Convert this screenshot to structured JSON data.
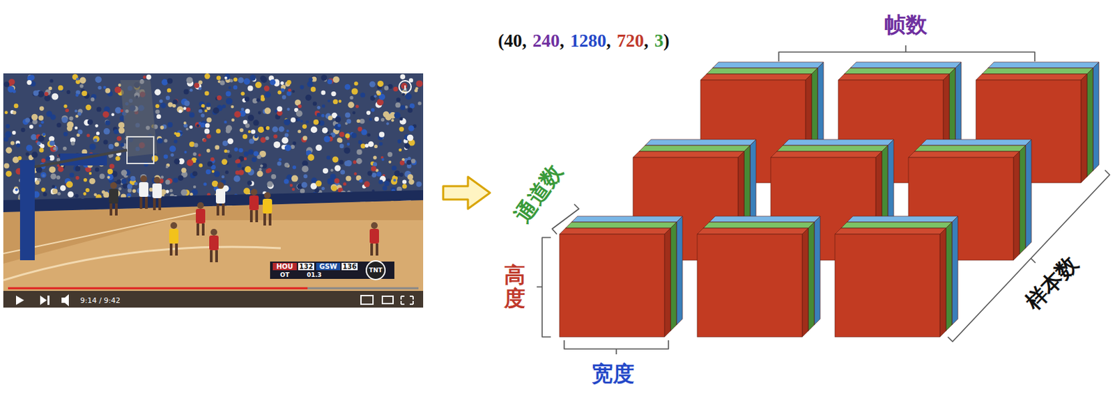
{
  "diagram": {
    "labels": [
      "(40,",
      "240",
      ",",
      "1280",
      ",",
      "720",
      ",",
      "3",
      ")",
      "帧数",
      "通道数",
      "高度",
      "宽度",
      "样本数",
      "HOU",
      "132",
      "GSW",
      "136",
      "OT",
      "01.3",
      "TNT",
      "9:14 / 9:42"
    ]
  }
}
